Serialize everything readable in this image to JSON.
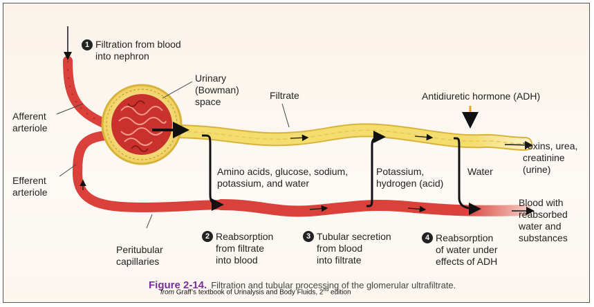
{
  "steps": [
    {
      "num": "1",
      "text": "Filtration from blood\ninto nephron"
    },
    {
      "num": "2",
      "text": "Reabsorption\nfrom filtrate\ninto blood"
    },
    {
      "num": "3",
      "text": "Tubular secretion\nfrom blood\ninto filtrate"
    },
    {
      "num": "4",
      "text": "Reabsorption\nof water under\neffects of ADH"
    }
  ],
  "labels": {
    "bowman": "Urinary\n(Bowman)\nspace",
    "filtrate": "Filtrate",
    "adh": "Antidiuretic hormone (ADH)",
    "afferent": "Afferent\narteriole",
    "efferent": "Efferent\narteriole",
    "peritubular": "Peritubular\ncapillaries",
    "reabsorbed_items": "Amino acids, glucose, sodium,\npotassium, and water",
    "secreted_items": "Potassium,\nhydrogen (acid)",
    "water": "Water",
    "urine": "Toxins, urea,\ncreatinine\n(urine)",
    "blood_out": "Blood with\nreabsorbed\nwater and\nsubstances"
  },
  "caption": {
    "figure_number": "Figure 2-14.",
    "text": "Filtration and tubular processing of the glomerular ultrafiltrate."
  },
  "credit": {
    "from": "from",
    "source": " Graff’s textbook of Urinalysis and Body Fluids, 2",
    "sup": "nd",
    "suffix": " edition"
  },
  "colors": {
    "tubule": "#f3dd6e",
    "tubule_edge": "#d9b23a",
    "vessel": "#d9413a",
    "vessel_dark": "#a82a25",
    "adh_arrow": "#f0a020",
    "figure_number": "#7a2d9a"
  }
}
